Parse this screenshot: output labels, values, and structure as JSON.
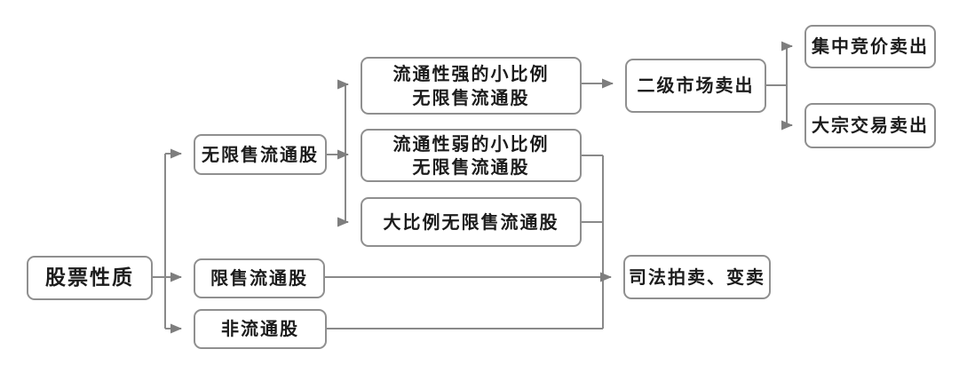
{
  "diagram": {
    "type": "flowchart",
    "language": "zh-CN",
    "colors": {
      "background": "#ffffff",
      "line": "#898989",
      "box_border": "#8f8f8f",
      "box_fill": "#ffffff",
      "text": "#1c1c1c"
    },
    "nodes": {
      "root": {
        "label": "股票性质"
      },
      "unrestricted": {
        "label": "无限售流通股"
      },
      "restricted": {
        "label": "限售流通股"
      },
      "non_tradable": {
        "label": "非流通股"
      },
      "strong_small": {
        "label": "流通性强的小比例\n无限售流通股"
      },
      "weak_small": {
        "label": "流通性弱的小比例\n无限售流通股"
      },
      "large_proportion": {
        "label": "大比例无限售流通股"
      },
      "secondary_market": {
        "label": "二级市场卖出"
      },
      "centralized_bidding": {
        "label": "集中竞价卖出"
      },
      "block_trade": {
        "label": "大宗交易卖出"
      },
      "judicial_auction": {
        "label": "司法拍卖、变卖"
      }
    },
    "edges": [
      {
        "from": "股票性质",
        "to": "无限售流通股"
      },
      {
        "from": "股票性质",
        "to": "限售流通股"
      },
      {
        "from": "股票性质",
        "to": "非流通股"
      },
      {
        "from": "无限售流通股",
        "to": "流通性强的小比例无限售流通股"
      },
      {
        "from": "无限售流通股",
        "to": "流通性弱的小比例无限售流通股"
      },
      {
        "from": "无限售流通股",
        "to": "大比例无限售流通股"
      },
      {
        "from": "流通性强的小比例无限售流通股",
        "to": "二级市场卖出"
      },
      {
        "from": "二级市场卖出",
        "to": "集中竞价卖出"
      },
      {
        "from": "二级市场卖出",
        "to": "大宗交易卖出"
      },
      {
        "from": "流通性弱的小比例无限售流通股",
        "to": "司法拍卖、变卖"
      },
      {
        "from": "大比例无限售流通股",
        "to": "司法拍卖、变卖"
      },
      {
        "from": "限售流通股",
        "to": "司法拍卖、变卖"
      },
      {
        "from": "非流通股",
        "to": "司法拍卖、变卖"
      }
    ]
  }
}
